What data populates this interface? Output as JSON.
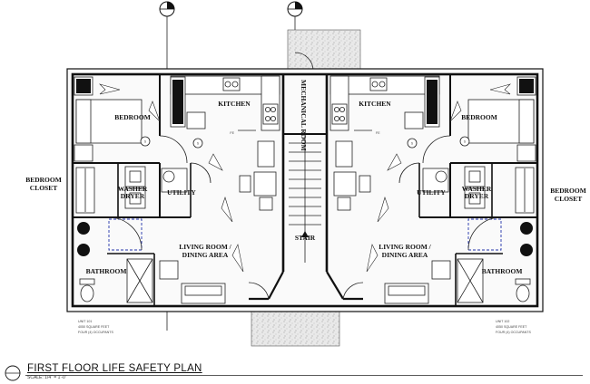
{
  "drawing": {
    "title": "FIRST FLOOR LIFE SAFETY PLAN",
    "scale": "SCALE: 1/4\" = 1'-0\""
  },
  "shared": {
    "mechanical_room": "MECHANICAL ROOM",
    "stair": "STAIR"
  },
  "units": [
    {
      "bedroom": "BEDROOM",
      "kitchen": "KITCHEN",
      "bedroom_closet_1": "BEDROOM",
      "bedroom_closet_2": "CLOSET",
      "washer_dryer_1": "WASHER",
      "washer_dryer_2": "DRYER",
      "utility": "UTILITY",
      "living_1": "LIVING ROOM /",
      "living_2": "DINING AREA",
      "bathroom": "BATHROOM",
      "fe": "FE",
      "smoke_1": "S",
      "smoke_2": "S",
      "note_1": "UNIT 101",
      "note_2": "4050 SQUARE FEET",
      "note_3": "FOUR (4) OCCUPANTS"
    },
    {
      "bedroom": "BEDROOM",
      "kitchen": "KITCHEN",
      "bedroom_closet_1": "BEDROOM",
      "bedroom_closet_2": "CLOSET",
      "washer_dryer_1": "WASHER",
      "washer_dryer_2": "DRYER",
      "utility": "UTILITY",
      "living_1": "LIVING ROOM /",
      "living_2": "DINING AREA",
      "bathroom": "BATHROOM",
      "fe": "FE",
      "smoke_1": "S",
      "smoke_2": "S",
      "note_1": "UNIT 102",
      "note_2": "4050 SQUARE FEET",
      "note_3": "FOUR (4) OCCUPANTS"
    }
  ]
}
